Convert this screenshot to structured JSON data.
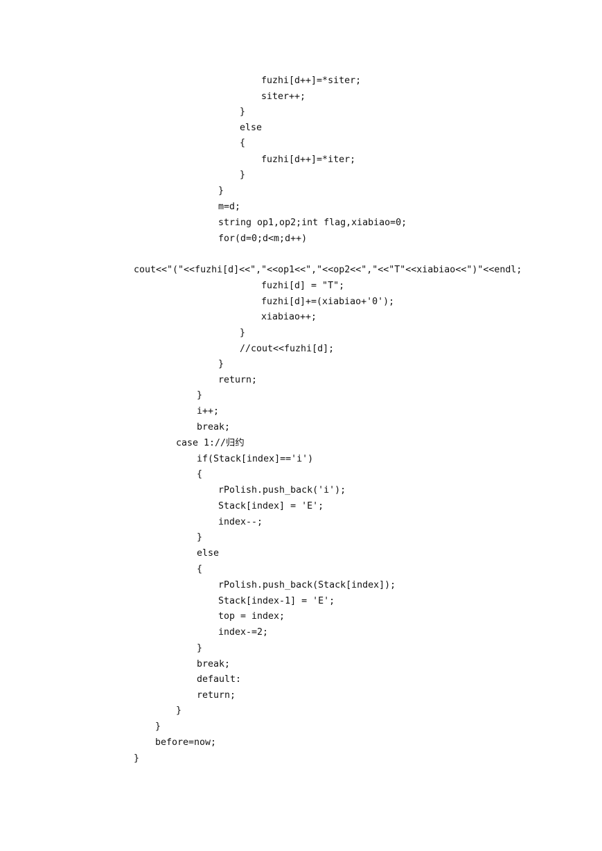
{
  "document": {
    "code_lines": [
      "fuzhi[d++]=*siter;",
      "siter++;",
      "}",
      "else",
      "{",
      "fuzhi[d++]=*iter;",
      "}",
      "}",
      "m=d;",
      "string op1,op2;int flag,xiabiao=0;",
      "for(d=0;d<m;d++)",
      "cout<<\"(\"<<fuzhi[d]<<\",\"<<op1<<\",\"<<op2<<\",\"<<\"T\"<<xiabiao<<\")\"<<endl;",
      "fuzhi[d] = \"T\";",
      "fuzhi[d]+=(xiabiao+'0');",
      "xiabiao++;",
      "}",
      "//cout<<fuzhi[d];",
      "}",
      "return;",
      "}",
      "i++;",
      "break;",
      "case 1://归约",
      "if(Stack[index]=='i')",
      "{",
      "rPolish.push_back('i');",
      "Stack[index] = 'E';",
      "index--;",
      "}",
      "else",
      "{",
      "rPolish.push_back(Stack[index]);",
      "Stack[index-1] = 'E';",
      "top = index;",
      "index-=2;",
      "}",
      "break;",
      "default:",
      "return;",
      "}",
      "}",
      "before=now;",
      "}"
    ]
  }
}
